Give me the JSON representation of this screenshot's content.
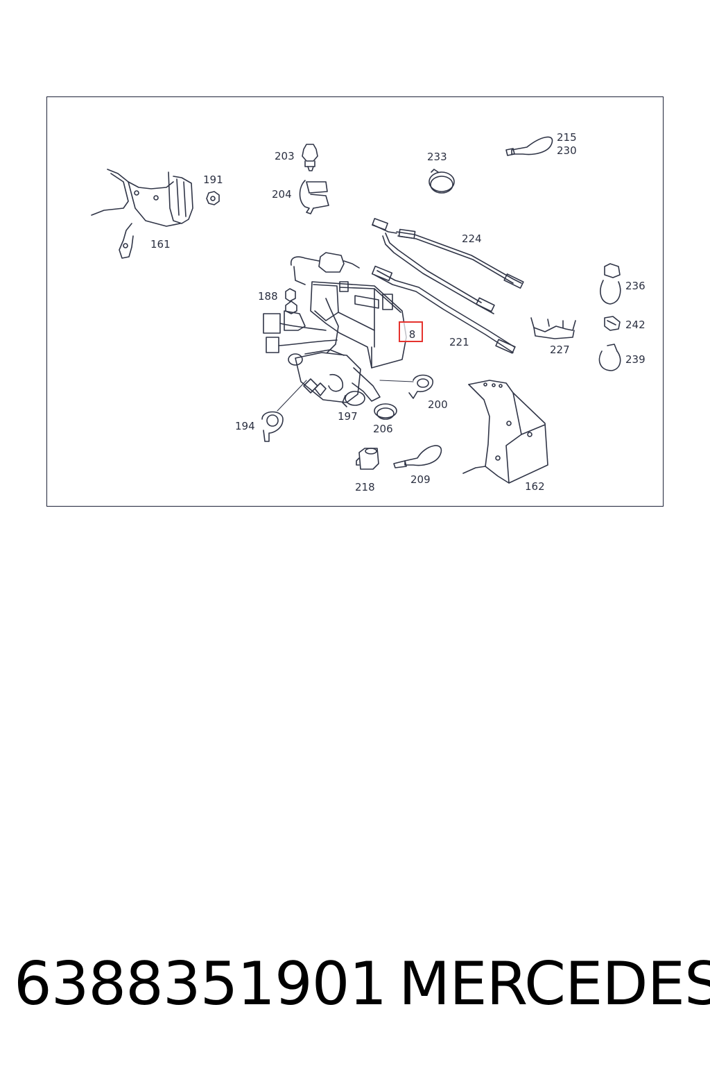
{
  "diagram": {
    "callouts": {
      "p161": "161",
      "p191": "191",
      "p203": "203",
      "p204": "204",
      "p233": "233",
      "p215": "215",
      "p230": "230",
      "p224": "224",
      "p236": "236",
      "p188": "188",
      "p242": "242",
      "p227": "227",
      "p221": "221",
      "p239": "239",
      "p194": "194",
      "p197": "197",
      "p200": "200",
      "p206": "206",
      "p218": "218",
      "p209": "209",
      "p162": "162"
    },
    "highlighted_part": "8",
    "highlight_color": "#e5322d"
  },
  "footer": {
    "part_number": "6388351901",
    "brand": "MERCEDES"
  }
}
